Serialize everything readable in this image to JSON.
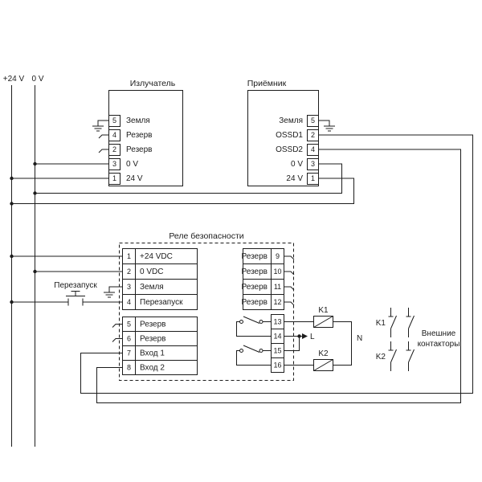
{
  "power": {
    "v24_label": "+24 V",
    "v0_label": "0 V"
  },
  "emitter": {
    "title": "Излучатель",
    "pins": [
      {
        "num": "5",
        "label": "Земля"
      },
      {
        "num": "4",
        "label": "Резерв"
      },
      {
        "num": "2",
        "label": "Резерв"
      },
      {
        "num": "3",
        "label": "0 V"
      },
      {
        "num": "1",
        "label": "24 V"
      }
    ]
  },
  "receiver": {
    "title": "Приёмник",
    "pins": [
      {
        "num": "5",
        "label": "Земля"
      },
      {
        "num": "2",
        "label": "OSSD1"
      },
      {
        "num": "4",
        "label": "OSSD2"
      },
      {
        "num": "3",
        "label": "0 V"
      },
      {
        "num": "1",
        "label": "24 V"
      }
    ]
  },
  "relay": {
    "title": "Реле безопасности",
    "left_top": [
      {
        "num": "1",
        "label": "+24 VDC"
      },
      {
        "num": "2",
        "label": "0 VDC"
      },
      {
        "num": "3",
        "label": "Земля"
      },
      {
        "num": "4",
        "label": "Перезапуск"
      }
    ],
    "left_bottom": [
      {
        "num": "5",
        "label": "Резерв"
      },
      {
        "num": "6",
        "label": "Резерв"
      },
      {
        "num": "7",
        "label": "Вход 1"
      },
      {
        "num": "8",
        "label": "Вход 2"
      }
    ],
    "right_top": [
      {
        "num": "9",
        "label": "Резерв"
      },
      {
        "num": "10",
        "label": "Резерв"
      },
      {
        "num": "11",
        "label": "Резерв"
      },
      {
        "num": "12",
        "label": "Резерв"
      }
    ],
    "right_bottom": [
      {
        "num": "13"
      },
      {
        "num": "14"
      },
      {
        "num": "15"
      },
      {
        "num": "16"
      }
    ]
  },
  "restart": {
    "label": "Перезапуск"
  },
  "output": {
    "k1_label": "K1",
    "k2_label": "K2",
    "l_label": "L",
    "n_label": "N"
  },
  "contactors": {
    "k1_label": "K1",
    "k2_label": "K2",
    "caption_line1": "Внешние",
    "caption_line2": "контакторы"
  }
}
